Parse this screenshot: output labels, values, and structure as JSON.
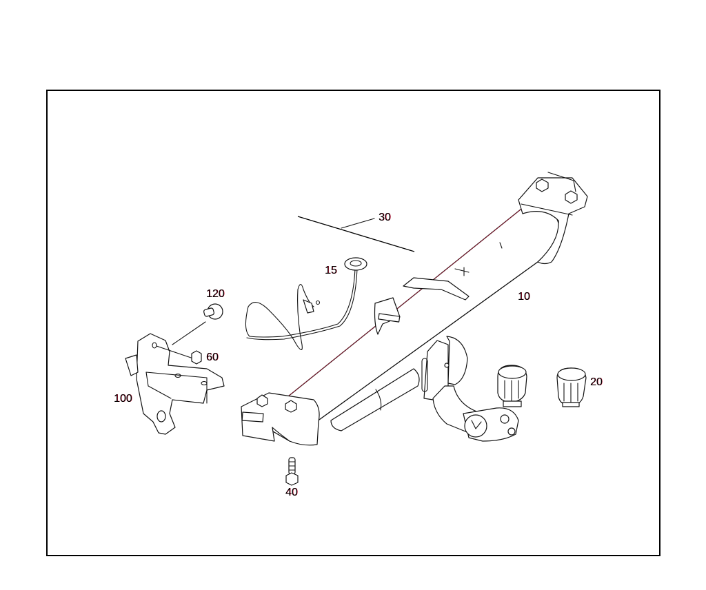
{
  "diagram": {
    "title": "Trailer hitch / towbar assembly exploded parts diagram",
    "line_color": "#111111",
    "fringe_color": "#d4143a",
    "frame_color": "#000000",
    "callouts": [
      {
        "id": "10",
        "label": "10",
        "part": "towbar crossmember assembly"
      },
      {
        "id": "15",
        "label": "15",
        "part": "wiring harness with grommet"
      },
      {
        "id": "20",
        "label": "20",
        "part": "ball cap"
      },
      {
        "id": "30",
        "label": "30",
        "part": "cable / line"
      },
      {
        "id": "40",
        "label": "40",
        "part": "flange bolt"
      },
      {
        "id": "60",
        "label": "60",
        "part": "flange nut"
      },
      {
        "id": "100",
        "label": "100",
        "part": "mounting bracket"
      },
      {
        "id": "120",
        "label": "120",
        "part": "bolt with washer"
      }
    ]
  }
}
